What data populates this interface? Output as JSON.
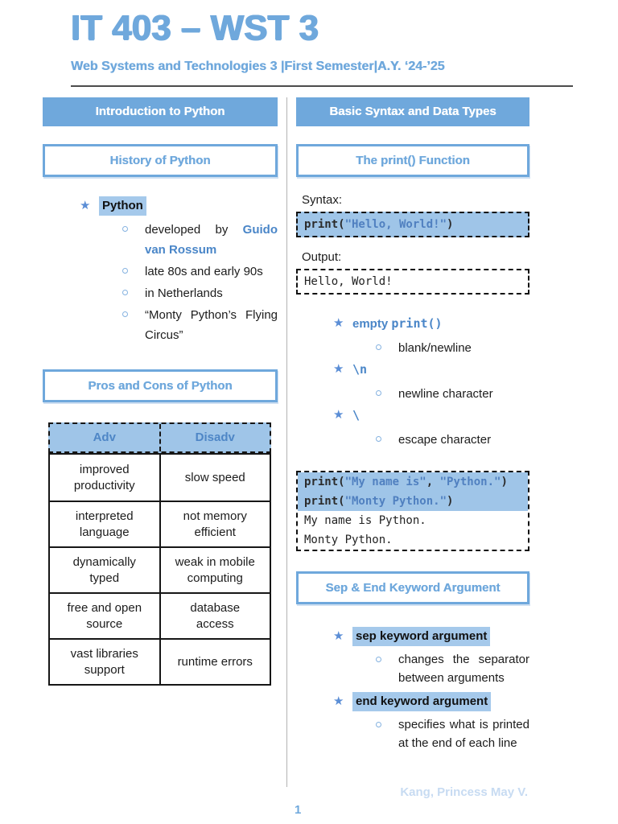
{
  "header": {
    "title": "IT 403 – WST 3",
    "subtitle": "Web Systems and Technologies 3 |First Semester|A.Y. ‘24-’25"
  },
  "icons": {
    "star": "★"
  },
  "colors": {
    "accent_blue": "#6FA8DC",
    "highlight_blue": "#9FC5E8",
    "text_highlight": "#A5C9EB",
    "code_string_blue": "#5080C0",
    "star_blue": "#5B8ED6",
    "body_text": "#1c1c1c"
  },
  "left": {
    "section_header": "Introduction to Python",
    "history": {
      "box_title": "History of Python",
      "term": "Python",
      "sub_items": [
        {
          "text": "developed by ",
          "emph": "Guido van Rossum"
        },
        {
          "text": "late 80s and early 90s",
          "emph": ""
        },
        {
          "text": "in Netherlands",
          "emph": ""
        },
        {
          "text": "“Monty Python’s Flying Circus”",
          "emph": ""
        }
      ]
    },
    "pros_cons": {
      "box_title": "Pros and Cons of Python",
      "table": {
        "headers": [
          "Adv",
          "Disadv"
        ],
        "rows": [
          [
            "improved productivity",
            "slow speed"
          ],
          [
            "interpreted language",
            "not memory efficient"
          ],
          [
            "dynamically typed",
            "weak in mobile computing"
          ],
          [
            "free and open source",
            "database access"
          ],
          [
            "vast libraries support",
            "runtime errors"
          ]
        ]
      }
    }
  },
  "right": {
    "section_header": "Basic Syntax and Data Types",
    "print_fn": {
      "box_title": "The print() Function",
      "syntax_label": "Syntax:",
      "syntax_segs": [
        "print(",
        "\"Hello, World!\"",
        ")"
      ],
      "output_label": "Output:",
      "output_text": "Hello, World!",
      "features": [
        {
          "prefix": "empty ",
          "code": "print()",
          "desc": "blank/newline"
        },
        {
          "prefix": "",
          "code": "\\n",
          "desc": "newline character"
        },
        {
          "prefix": "",
          "code": "\\",
          "desc": "escape character"
        }
      ],
      "example": {
        "line1": [
          "print(",
          "\"My name is\"",
          ", ",
          "\"Python.\"",
          ")"
        ],
        "line2": [
          "print(",
          "\"Monty Python.\"",
          ")"
        ],
        "line3": "My name is Python.",
        "line4": "Monty Python."
      }
    },
    "sep_end": {
      "box_title": "Sep & End Keyword Argument",
      "items": [
        {
          "term": "sep keyword argument",
          "desc": "changes the separator between arguments"
        },
        {
          "term": "end keyword argument",
          "desc": "specifies what is printed at the end of each line"
        }
      ]
    }
  },
  "footer": {
    "author": "Kang, Princess May V.",
    "page_number": "1"
  }
}
